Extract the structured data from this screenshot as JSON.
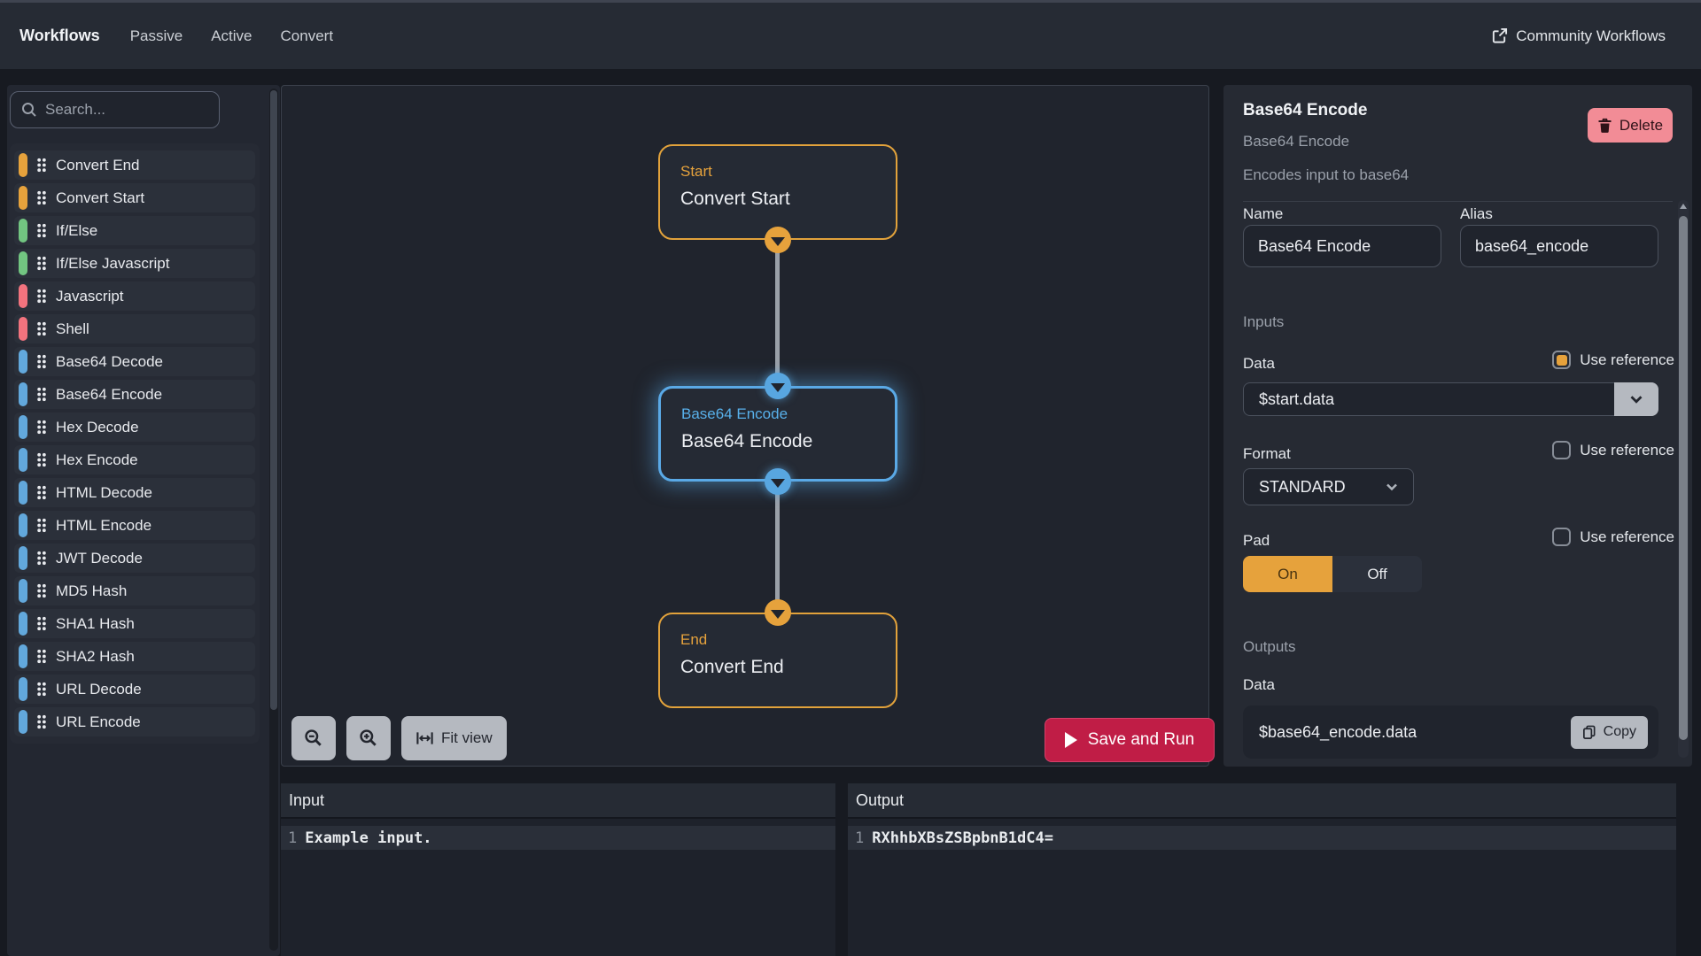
{
  "nav": {
    "brand": "Workflows",
    "tabs": [
      "Passive",
      "Active",
      "Convert"
    ],
    "community": "Community Workflows"
  },
  "sidebar": {
    "search_placeholder": "Search...",
    "items": [
      {
        "label": "Convert End",
        "accent": "#e6a23c"
      },
      {
        "label": "Convert Start",
        "accent": "#e6a23c"
      },
      {
        "label": "If/Else",
        "accent": "#72c581"
      },
      {
        "label": "If/Else Javascript",
        "accent": "#72c581"
      },
      {
        "label": "Javascript",
        "accent": "#f2737e"
      },
      {
        "label": "Shell",
        "accent": "#f2737e"
      },
      {
        "label": "Base64 Decode",
        "accent": "#62a8dc"
      },
      {
        "label": "Base64 Encode",
        "accent": "#62a8dc"
      },
      {
        "label": "Hex Decode",
        "accent": "#62a8dc"
      },
      {
        "label": "Hex Encode",
        "accent": "#62a8dc"
      },
      {
        "label": "HTML Decode",
        "accent": "#62a8dc"
      },
      {
        "label": "HTML Encode",
        "accent": "#62a8dc"
      },
      {
        "label": "JWT Decode",
        "accent": "#62a8dc"
      },
      {
        "label": "MD5 Hash",
        "accent": "#62a8dc"
      },
      {
        "label": "SHA1 Hash",
        "accent": "#62a8dc"
      },
      {
        "label": "SHA2 Hash",
        "accent": "#62a8dc"
      },
      {
        "label": "URL Decode",
        "accent": "#62a8dc"
      },
      {
        "label": "URL Encode",
        "accent": "#62a8dc"
      }
    ]
  },
  "canvas": {
    "nodes": [
      {
        "kind": "Start",
        "title": "Convert Start",
        "accent": "#e6a23c",
        "selected": false
      },
      {
        "kind": "Base64 Encode",
        "title": "Base64 Encode",
        "accent": "#58a6e0",
        "selected": true
      },
      {
        "kind": "End",
        "title": "Convert End",
        "accent": "#e6a23c",
        "selected": false
      }
    ],
    "controls": {
      "fit_view": "Fit view"
    },
    "run_label": "Save and Run"
  },
  "inspector": {
    "title": "Base64 Encode",
    "subtitle": "Base64 Encode",
    "description": "Encodes input to base64",
    "delete_label": "Delete",
    "name_label": "Name",
    "name_value": "Base64 Encode",
    "alias_label": "Alias",
    "alias_value": "base64_encode",
    "inputs_label": "Inputs",
    "data_label": "Data",
    "data_use_reference": "Use reference",
    "data_reference_checked": true,
    "data_value": "$start.data",
    "format_label": "Format",
    "format_use_reference": "Use reference",
    "format_reference_checked": false,
    "format_value": "STANDARD",
    "pad_label": "Pad",
    "pad_use_reference": "Use reference",
    "pad_reference_checked": false,
    "pad_on": "On",
    "pad_off": "Off",
    "pad_selected": "On",
    "outputs_label": "Outputs",
    "output_data_label": "Data",
    "output_value": "$base64_encode.data",
    "copy_label": "Copy"
  },
  "io": {
    "input": {
      "title": "Input",
      "line_number": "1",
      "code": "Example input."
    },
    "output": {
      "title": "Output",
      "line_number": "1",
      "code": "RXhhbXBsZSBpbnB1dC4="
    }
  },
  "icons": {
    "nav_right": "external-link",
    "search": "magnifier",
    "sidebar_item": "drag-handle",
    "zoom_out": "magnifier-minus",
    "zoom_in": "magnifier-plus",
    "fit_view": "fit-width-arrows",
    "run": "play",
    "delete": "trash",
    "copy": "copy-pages",
    "ports": "chevron-down",
    "selects": "chevron-down"
  },
  "colors": {
    "accent_orange": "#e6a23c",
    "accent_blue": "#58a6e0",
    "accent_green": "#72c581",
    "accent_red": "#f2737e",
    "delete_button": "#f28c96",
    "run_button": "#c01d46",
    "panel_bg": "#262a33",
    "canvas_bg": "#20242d"
  }
}
